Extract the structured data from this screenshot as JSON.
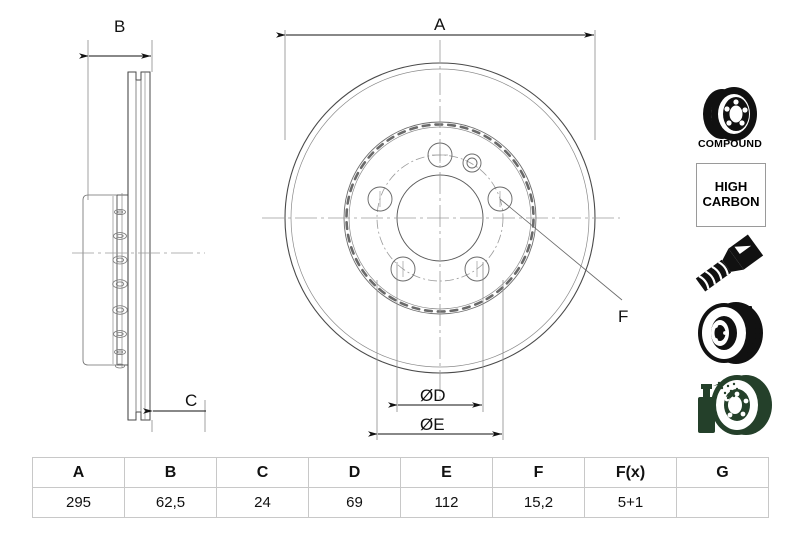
{
  "document": {
    "title": "Brake Disc Technical Drawing",
    "type": "engineering-drawing"
  },
  "views": {
    "side_section": {
      "name": "side-section-view",
      "dimension_labels": [
        "B",
        "C"
      ]
    },
    "front": {
      "name": "front-view",
      "dimension_labels": [
        "A",
        "ØD",
        "ØE",
        "F"
      ]
    }
  },
  "dimensions": {
    "A": "A",
    "B": "B",
    "C": "C",
    "D": "ØD",
    "E": "ØE",
    "F": "F"
  },
  "icons": [
    {
      "id": "compound-disc-icon",
      "caption": "COMPOUND"
    },
    {
      "id": "high-carbon-badge",
      "line1": "HIGH",
      "line2": "CARBON"
    },
    {
      "id": "countersunk-screw-icon",
      "caption": ""
    },
    {
      "id": "vented-disc-icon",
      "caption": ""
    },
    {
      "id": "coated-disc-spray-icon",
      "caption": ""
    }
  ],
  "spec_table": {
    "name": "specification-table",
    "headers": [
      "A",
      "B",
      "C",
      "D",
      "E",
      "F",
      "F(x)",
      "G"
    ],
    "values": [
      "295",
      "62,5",
      "24",
      "69",
      "112",
      "15,2",
      "5+1",
      ""
    ]
  },
  "colors": {
    "line": "#3c3c3c",
    "thin_line": "#8a8a8a",
    "center_line": "#9a9a9a",
    "table_border": "#c8c8c8",
    "icon_black": "#111111",
    "spray_green": "#24402a",
    "background": "#ffffff"
  }
}
